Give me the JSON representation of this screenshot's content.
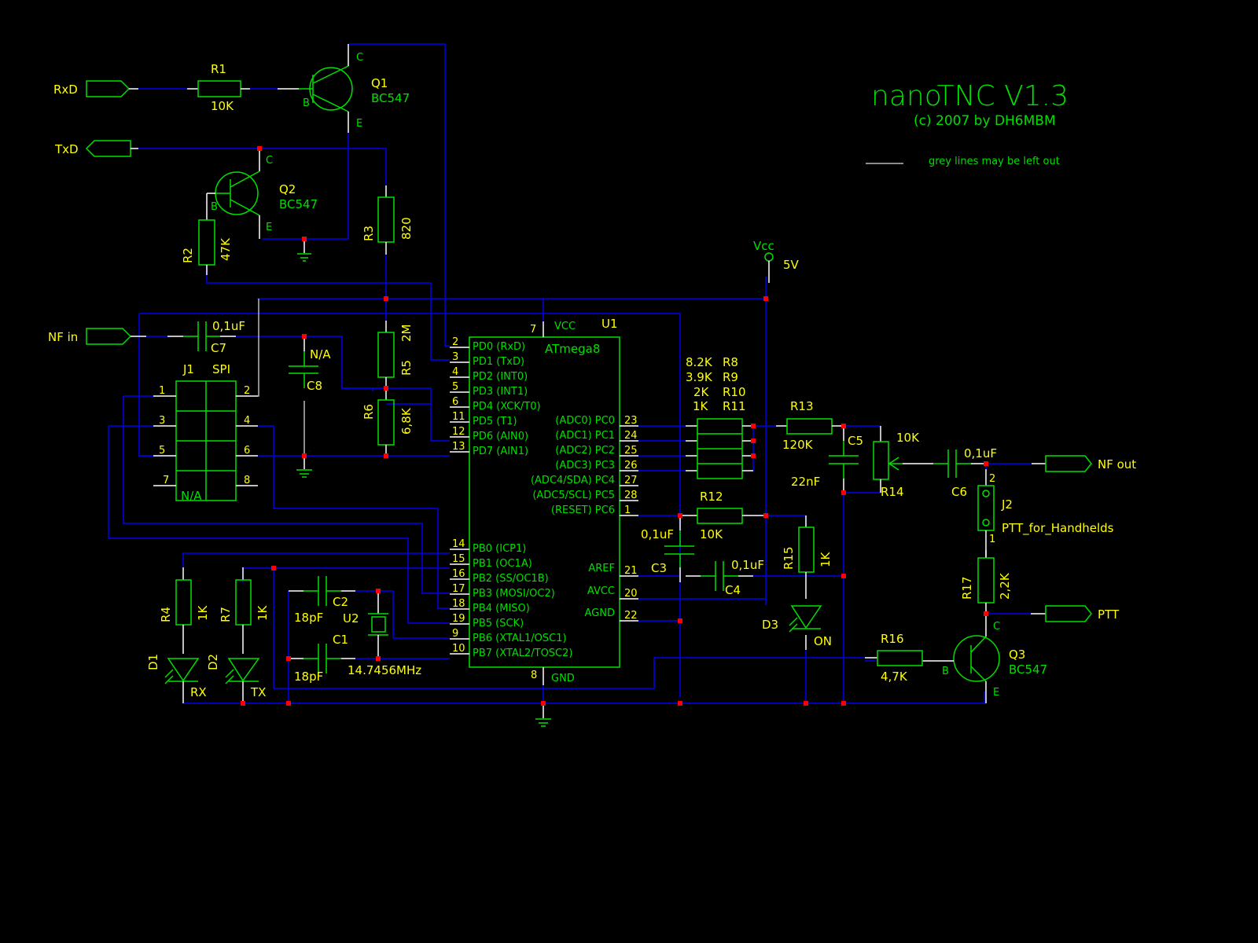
{
  "title": {
    "name": "nanoTNC V1.3",
    "copyright": "(c) 2007 by DH6MBM",
    "legend_note": "grey lines may be left out"
  },
  "ports": {
    "rxd": "RxD",
    "txd": "TxD",
    "nf_in": "NF in",
    "nf_out": "NF out",
    "ptt": "PTT"
  },
  "power": {
    "vcc_label": "Vcc",
    "vcc_value": "5V"
  },
  "transistors": {
    "q1": {
      "ref": "Q1",
      "type": "BC547",
      "c": "C",
      "b": "B",
      "e": "E"
    },
    "q2": {
      "ref": "Q2",
      "type": "BC547",
      "c": "C",
      "b": "B",
      "e": "E"
    },
    "q3": {
      "ref": "Q3",
      "type": "BC547",
      "c": "C",
      "b": "B",
      "e": "E"
    }
  },
  "resistors": {
    "r1": {
      "ref": "R1",
      "value": "10K"
    },
    "r2": {
      "ref": "R2",
      "value": "47K"
    },
    "r3": {
      "ref": "R3",
      "value": "820"
    },
    "r4": {
      "ref": "R4",
      "value": "1K"
    },
    "r5": {
      "ref": "R5",
      "value": "2M"
    },
    "r6": {
      "ref": "R6",
      "value": "6,8K"
    },
    "r7": {
      "ref": "R7",
      "value": "1K"
    },
    "r8": {
      "ref": "R8",
      "value": "8.2K"
    },
    "r9": {
      "ref": "R9",
      "value": "3.9K"
    },
    "r10": {
      "ref": "R10",
      "value": "2K"
    },
    "r11": {
      "ref": "R11",
      "value": "1K"
    },
    "r12": {
      "ref": "R12",
      "value": "10K"
    },
    "r13": {
      "ref": "R13",
      "value": "120K"
    },
    "r14": {
      "ref": "R14",
      "value": "10K"
    },
    "r15": {
      "ref": "R15",
      "value": "1K"
    },
    "r16": {
      "ref": "R16",
      "value": "4,7K"
    },
    "r17": {
      "ref": "R17",
      "value": "2,2K"
    }
  },
  "capacitors": {
    "c1": {
      "ref": "C1",
      "value": "18pF"
    },
    "c2": {
      "ref": "C2",
      "value": "18pF"
    },
    "c3": {
      "ref": "C3",
      "value": "0,1uF"
    },
    "c4": {
      "ref": "C4",
      "value": "0,1uF"
    },
    "c5": {
      "ref": "C5",
      "value": "22nF"
    },
    "c6": {
      "ref": "C6",
      "value": "0,1uF"
    },
    "c7": {
      "ref": "C7",
      "value": "0,1uF"
    },
    "c8": {
      "ref": "C8",
      "value": "N/A"
    }
  },
  "diodes": {
    "d1": {
      "ref": "D1",
      "label": "RX"
    },
    "d2": {
      "ref": "D2",
      "label": "TX"
    },
    "d3": {
      "ref": "D3",
      "label": "ON"
    }
  },
  "crystal": {
    "ref": "U2",
    "value": "14.7456MHz"
  },
  "j1": {
    "ref": "J1",
    "name": "SPI",
    "body": "N/A",
    "pins": [
      "1",
      "2",
      "3",
      "4",
      "5",
      "6",
      "7",
      "8"
    ]
  },
  "j2": {
    "ref": "J2",
    "name": "PTT_for_Handhelds",
    "pins": [
      "2",
      "1"
    ]
  },
  "u1": {
    "ref": "U1",
    "part": "ATmega8",
    "vcc_pin": "7",
    "vcc_label": "VCC",
    "gnd_pin": "8",
    "gnd_label": "GND",
    "left_pins": [
      {
        "num": "2",
        "name": "PD0 (RxD)"
      },
      {
        "num": "3",
        "name": "PD1 (TxD)"
      },
      {
        "num": "4",
        "name": "PD2 (INT0)"
      },
      {
        "num": "5",
        "name": "PD3 (INT1)"
      },
      {
        "num": "6",
        "name": "PD4 (XCK/T0)"
      },
      {
        "num": "11",
        "name": "PD5 (T1)"
      },
      {
        "num": "12",
        "name": "PD6 (AIN0)"
      },
      {
        "num": "13",
        "name": "PD7 (AIN1)"
      },
      {
        "num": "14",
        "name": "PB0 (ICP1)"
      },
      {
        "num": "15",
        "name": "PB1 (OC1A)"
      },
      {
        "num": "16",
        "name": "PB2 (SS/OC1B)"
      },
      {
        "num": "17",
        "name": "PB3 (MOSI/OC2)"
      },
      {
        "num": "18",
        "name": "PB4 (MISO)"
      },
      {
        "num": "19",
        "name": "PB5 (SCK)"
      },
      {
        "num": "9",
        "name": "PB6 (XTAL1/OSC1)"
      },
      {
        "num": "10",
        "name": "PB7 (XTAL2/TOSC2)"
      }
    ],
    "right_pins": [
      {
        "num": "23",
        "name": "(ADC0) PC0"
      },
      {
        "num": "24",
        "name": "(ADC1) PC1"
      },
      {
        "num": "25",
        "name": "(ADC2) PC2"
      },
      {
        "num": "26",
        "name": "(ADC3) PC3"
      },
      {
        "num": "27",
        "name": "(ADC4/SDA) PC4"
      },
      {
        "num": "28",
        "name": "(ADC5/SCL) PC5"
      },
      {
        "num": "1",
        "name": "(RESET) PC6"
      },
      {
        "num": "21",
        "name": "AREF"
      },
      {
        "num": "20",
        "name": "AVCC"
      },
      {
        "num": "22",
        "name": "AGND"
      }
    ]
  },
  "colors": {
    "background": "#000000",
    "wire": "#0000f0",
    "component": "#00e000",
    "label": "#ffff00",
    "junction": "#ff0000",
    "pin": "#ffffff",
    "optional_wire": "#bbbbbb"
  }
}
